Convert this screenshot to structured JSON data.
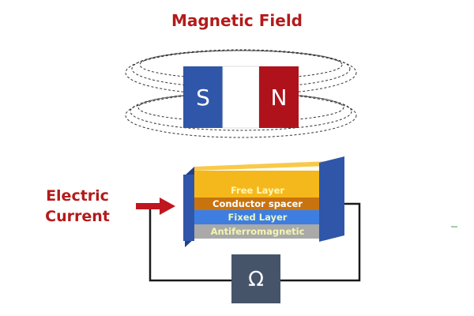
{
  "title": "Magnetic Field",
  "current_label": {
    "line1": "Electric",
    "line2": "Current"
  },
  "magnet": {
    "south_label": "S",
    "north_label": "N",
    "colors": {
      "south": "#2f56a8",
      "middle": "#ffffff",
      "north": "#b0121b"
    }
  },
  "layers": [
    {
      "label": "Free Layer",
      "color": "#f5b81c",
      "text_color": "#fff7b0"
    },
    {
      "label": "Conductor spacer",
      "color": "#c9730f",
      "text_color": "#ffffff"
    },
    {
      "label": "Fixed Layer",
      "color": "#3e7ee0",
      "text_color": "#e9f6c8"
    },
    {
      "label": "Antiferromagnetic",
      "color": "#a9a9a9",
      "text_color": "#f3f7b0"
    }
  ],
  "resistor": {
    "symbol": "Ω",
    "icon": "ohm-icon",
    "color": "#46546a"
  },
  "colors": {
    "title": "#b31b1b",
    "arrow": "#c0161f",
    "electrode": "#2f56a8",
    "wire": "#1a1a1a"
  }
}
